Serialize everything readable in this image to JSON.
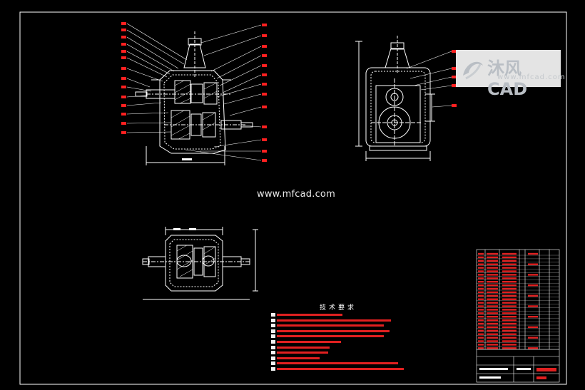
{
  "watermark": {
    "site_text": "www.mfcad.com",
    "logo_brand": "沐风CAD",
    "logo_sub": "www.mfcad.com"
  },
  "technical_requirements": {
    "title": "技术要求",
    "item_count": 11
  },
  "colors": {
    "background": "#000000",
    "lines": "#ffffff",
    "annotation": "#ff2020",
    "titleblock_text": "#e02020"
  }
}
